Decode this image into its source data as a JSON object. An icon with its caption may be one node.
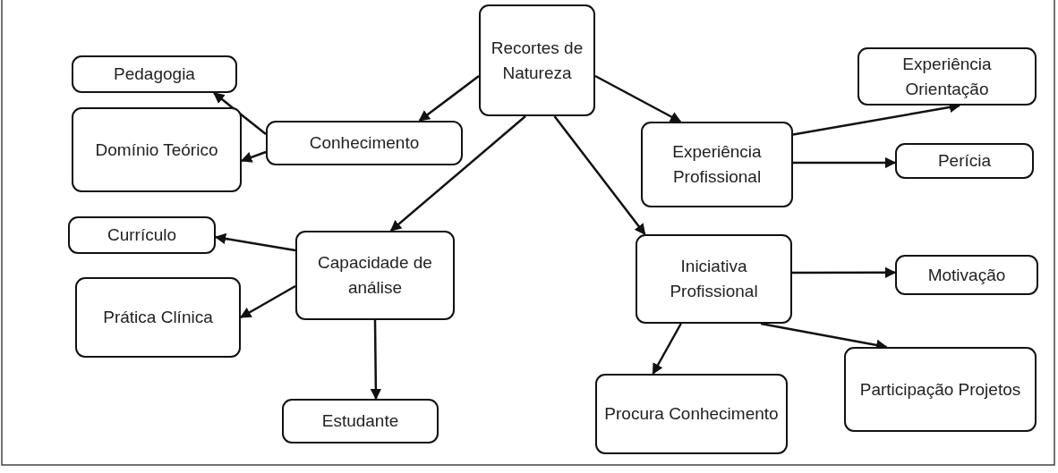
{
  "diagram": {
    "nodes": [
      {
        "text": [
          "Recortes de Natureza"
        ]
      },
      {
        "text": [
          "Pedagogia"
        ]
      },
      {
        "text": [
          "Conhecimento"
        ]
      },
      {
        "text": [
          "Domínio Teórico"
        ]
      },
      {
        "text": [
          "Experiência Orientação"
        ]
      },
      {
        "text": [
          "Experiência Profissional"
        ]
      },
      {
        "text": [
          "Perícia"
        ]
      },
      {
        "text": [
          "Currículo"
        ]
      },
      {
        "text": [
          "Capacidade de análise"
        ]
      },
      {
        "text": [
          "Iniciativa Profissional"
        ]
      },
      {
        "text": [
          "Motivação"
        ]
      },
      {
        "text": [
          "Prática Clínica"
        ]
      },
      {
        "text": [
          "Estudante"
        ]
      },
      {
        "text": [
          "Procura Conhecimento"
        ]
      },
      {
        "text": [
          "Participação Projetos"
        ]
      }
    ],
    "edges": [
      {
        "from": 0,
        "to": 2,
        "arrow": "to"
      },
      {
        "from": 0,
        "to": 5,
        "arrow": "to"
      },
      {
        "from": 2,
        "to": 1,
        "arrow": "to"
      },
      {
        "from": 2,
        "to": 3,
        "arrow": "to"
      },
      {
        "from": 0,
        "to": 8,
        "arrow": "to"
      },
      {
        "from": 0,
        "to": 9,
        "arrow": "to"
      },
      {
        "from": 5,
        "to": 4,
        "arrow": "to"
      },
      {
        "from": 5,
        "to": 6,
        "arrow": "to"
      },
      {
        "from": 8,
        "to": 7,
        "arrow": "to"
      },
      {
        "from": 8,
        "to": 11,
        "arrow": "to"
      },
      {
        "from": 8,
        "to": 12,
        "arrow": "to"
      },
      {
        "from": 9,
        "to": 10,
        "arrow": "to"
      },
      {
        "from": 9,
        "to": 13,
        "arrow": "to"
      },
      {
        "from": 9,
        "to": 14,
        "arrow": "to"
      }
    ]
  }
}
